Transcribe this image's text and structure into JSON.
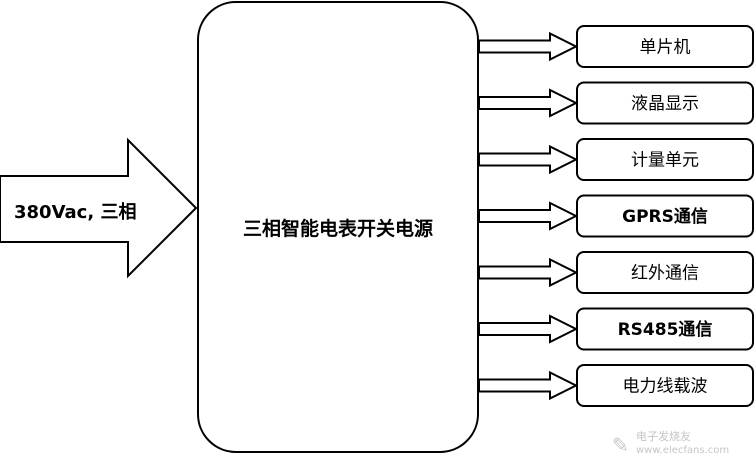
{
  "input": {
    "label": "380Vac, 三相"
  },
  "main_block": {
    "label": "三相智能电表开关电源"
  },
  "outputs": [
    {
      "label": "单片机"
    },
    {
      "label": "液晶显示"
    },
    {
      "label": "计量单元"
    },
    {
      "label": "GPRS通信"
    },
    {
      "label": "红外通信"
    },
    {
      "label": "RS485通信"
    },
    {
      "label": "电力线载波"
    }
  ],
  "watermark": {
    "text": "电子发烧友",
    "site": "www.elecfans.com"
  },
  "colors": {
    "stroke": "#000000",
    "fill": "#ffffff",
    "text": "#000000"
  }
}
